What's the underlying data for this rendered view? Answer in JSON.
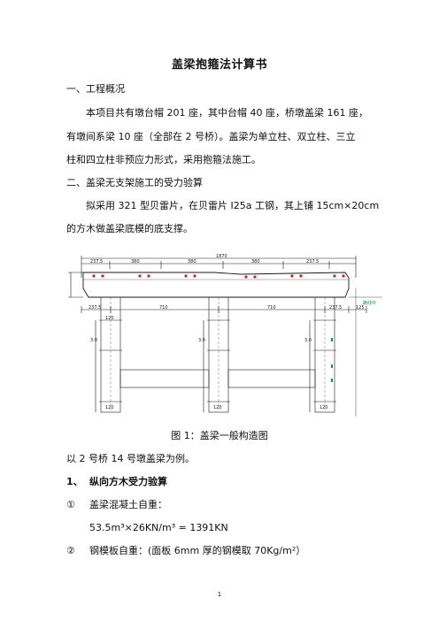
{
  "doc": {
    "title": "盖梁抱箍法计算书",
    "sections": {
      "s1_heading": "一、工程概况",
      "s1_p1_l1": "本项目共有墩台帽 201 座，其中台帽 40 座，桥墩盖梁 161 座，",
      "s1_p1_l2": "有墩间系梁 10 座（全部在 2 号桥）。盖梁为单立柱、双立柱、三立",
      "s1_p1_l3": "柱和四立柱非预应力形式，采用抱箍法施工。",
      "s2_heading": "二、盖梁无支架施工的受力验算",
      "s2_p1_l1": "拟采用 321 型贝雷片，在贝雷片 I25a 工钢，其上铺 15cm×20cm",
      "s2_p1_l2": "的方木做盖梁底模的底支撑。"
    },
    "figure_caption": "图 1：盖梁一般构造图",
    "example_line": "以 2 号桥 14 号墩盖梁为例。",
    "sub1_num": "1、",
    "sub1_title": "纵向方木受力验算",
    "item1_num": "①",
    "item1_text": "盖梁混凝土自重：",
    "item1_formula": "53.5m³×26KN/m³ = 1391KN",
    "item2_num": "②",
    "item2_text": "钢模板自重：(面板 6mm 厚的钢模取 70Kg/m²）",
    "page_number": "1"
  },
  "drawing": {
    "dim_total": "1870",
    "dim_segments": [
      "237.5",
      "380",
      "380",
      "380",
      "237.5"
    ],
    "dim_lower": [
      "237.5",
      "710",
      "710",
      "237.5",
      "125"
    ],
    "col_width": "120",
    "col_labels": [
      "120",
      "120",
      "120"
    ],
    "side_label": "路线中",
    "height_labels": [
      "3.0",
      "3.0",
      "3.0"
    ],
    "colors": {
      "line": "#1a1a1a",
      "accent_red": "#d02020",
      "accent_green": "#0a9a3a",
      "accent_magenta": "#c0208a"
    }
  }
}
